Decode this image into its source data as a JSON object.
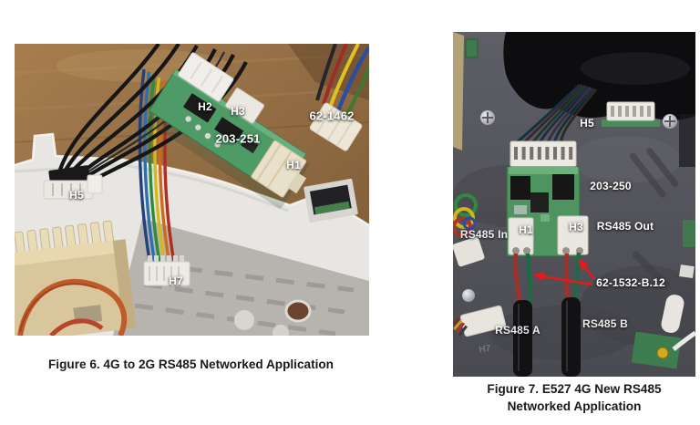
{
  "figure6": {
    "caption": "Figure 6. 4G to 2G RS485 Networked Application",
    "labels": {
      "h2": "H2",
      "h3": "H3",
      "board": "203-251",
      "cable": "62-1462",
      "h1": "H1",
      "h5": "H5",
      "h7": "H7"
    }
  },
  "figure7": {
    "caption_line1": "Figure 7. E527 4G New RS485",
    "caption_line2": "Networked Application",
    "labels": {
      "h5": "H5",
      "board": "203-250",
      "rs485_in": "RS485 In",
      "h1": "H1",
      "h3": "H3",
      "rs485_out": "RS485 Out",
      "cable": "62-1532-B.12",
      "rs485_a": "RS485 A",
      "rs485_b": "RS485 B",
      "h7_etched": "H7"
    }
  },
  "colors": {
    "page_background": "#ffffff",
    "caption_text": "#1a1a1a",
    "photo_label_text": "#ffffff",
    "arrow_red": "#e51a1a",
    "pcb_green_left": "#4e9b68",
    "pcb_green_right": "#4f9360",
    "wood_brown": "#8f6a42",
    "board_gray": "#55555c"
  }
}
